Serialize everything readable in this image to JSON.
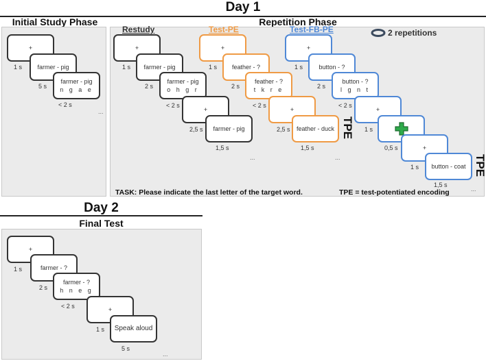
{
  "day1": {
    "title": "Day 1",
    "initial_study": {
      "title": "Initial Study Phase",
      "cards": [
        {
          "text": "+",
          "duration": "1 s"
        },
        {
          "text": "farmer - pig",
          "duration": "5 s"
        },
        {
          "text": "farmer - pig",
          "letters": "n g a e",
          "duration": "< 2 s"
        }
      ],
      "ellipsis": "..."
    },
    "repetition": {
      "title": "Repetition Phase",
      "repetitions_label": "2 repetitions",
      "restudy": {
        "label": "Restudy",
        "cards": [
          {
            "text": "+",
            "duration": "1 s"
          },
          {
            "text": "farmer - pig",
            "duration": "2 s"
          },
          {
            "text": "farmer - pig",
            "letters": "o h g r",
            "duration": "< 2 s"
          },
          {
            "text": "+",
            "duration": "2,5 s"
          },
          {
            "text": "farmer - pig",
            "duration": "1,5 s"
          }
        ],
        "ellipsis": "..."
      },
      "test_pe": {
        "label": "Test-PE",
        "color": "#ef9a44",
        "cards": [
          {
            "text": "+",
            "duration": "1 s"
          },
          {
            "text": "feather - ?",
            "duration": "2 s"
          },
          {
            "text": "feather - ?",
            "letters": "t k r e",
            "duration": "< 2 s"
          },
          {
            "text": "+",
            "duration": "2,5 s"
          },
          {
            "text": "feather - duck",
            "duration": "1,5 s"
          }
        ],
        "tpe": "TPE",
        "ellipsis": "..."
      },
      "test_fb_pe": {
        "label": "Test-FB-PE",
        "color": "#4f88d6",
        "cards": [
          {
            "text": "+",
            "duration": "1 s"
          },
          {
            "text": "button - ?",
            "duration": "2 s"
          },
          {
            "text": "button - ?",
            "letters": "l g n t",
            "duration": "< 2 s"
          },
          {
            "text": "+",
            "duration": "1 s"
          },
          {
            "text": "",
            "icon": "green-plus",
            "duration": "0,5 s"
          },
          {
            "text": "+",
            "duration": "1 s"
          },
          {
            "text": "button - coat",
            "duration": "1,5 s"
          }
        ],
        "tpe": "TPE",
        "ellipsis": "..."
      },
      "task": "TASK: Please indicate the last letter of the target word.",
      "tpe_definition": "TPE = test-potentiated encoding"
    }
  },
  "day2": {
    "title": "Day 2",
    "final_test": {
      "title": "Final Test",
      "cards": [
        {
          "text": "+",
          "duration": "1 s"
        },
        {
          "text": "farmer - ?",
          "duration": "2 s"
        },
        {
          "text": "farmer - ?",
          "letters": "h n e g",
          "duration": "< 2 s"
        },
        {
          "text": "+",
          "duration": "1 s"
        },
        {
          "text": "Speak aloud",
          "duration": "5 s"
        }
      ],
      "ellipsis": "..."
    }
  },
  "colors": {
    "feedback_plus": "#2eaa4a",
    "repeat_icon": "#3b4a5e"
  }
}
